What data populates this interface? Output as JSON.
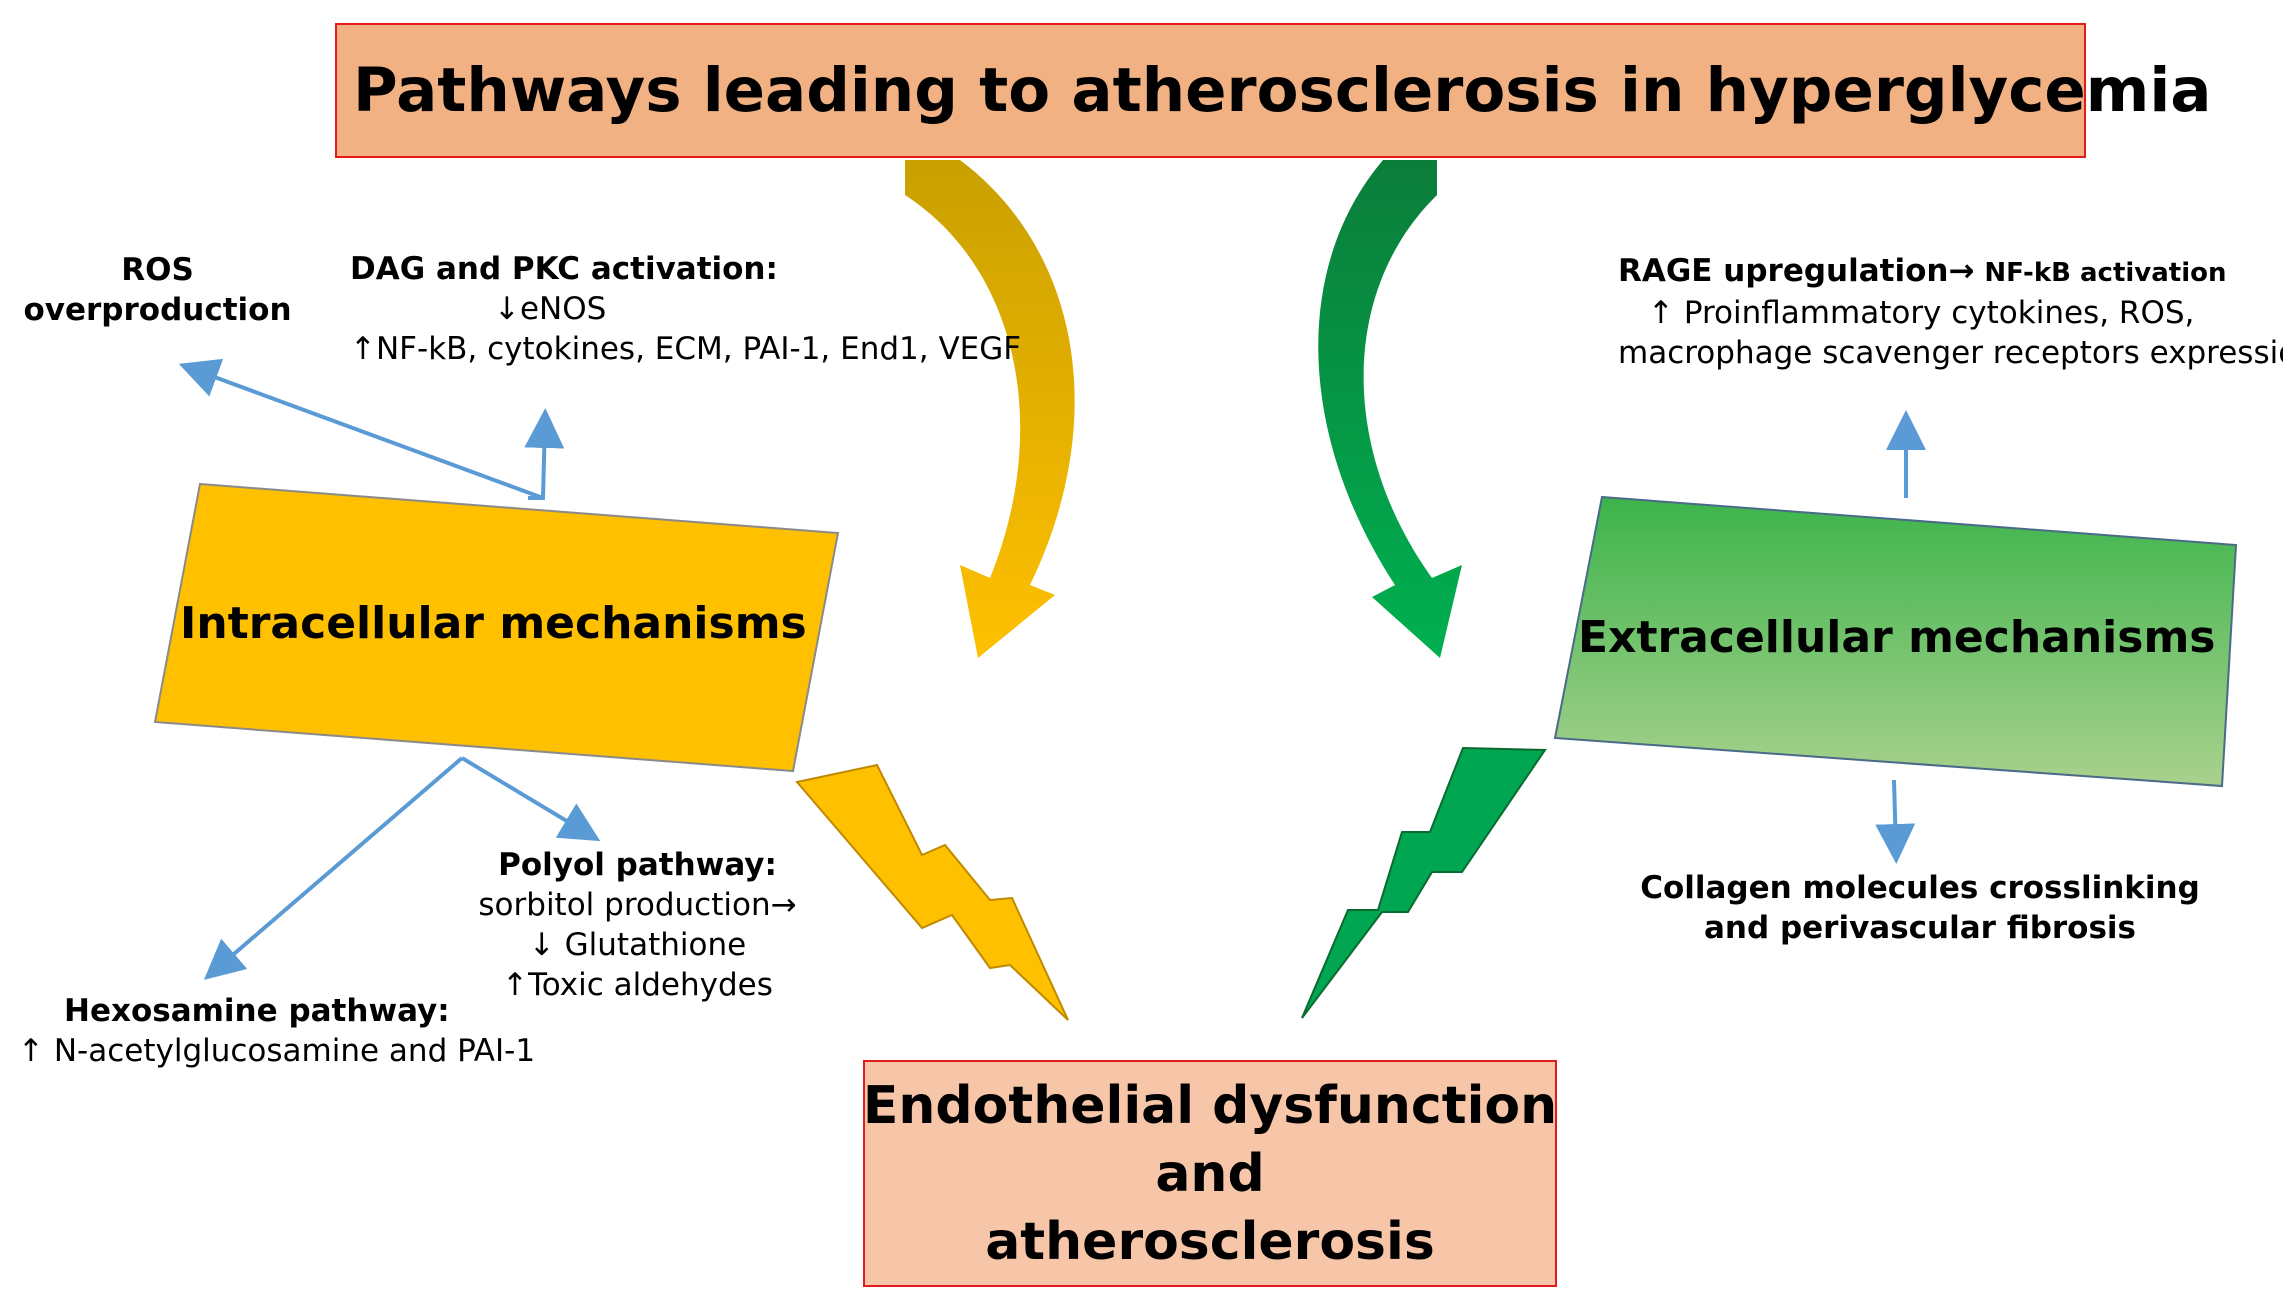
{
  "title": "Pathways leading to atherosclerosis in hyperglycemia",
  "intracellular": {
    "label": "Intracellular mechanisms",
    "color": "#ffc000"
  },
  "extracellular": {
    "label": "Extracellular mechanisms",
    "color_top": "#3cb44b",
    "color_bottom": "#a9d18e"
  },
  "ros": {
    "line1": "ROS",
    "line2": "overproduction"
  },
  "dag": {
    "heading": "DAG and PKC activation:",
    "down_arrow": "↓",
    "line1": "eNOS",
    "up_arrow": "↑",
    "line2": "NF-kB, cytokines, ECM, PAI-1, End1, VEGF"
  },
  "polyol": {
    "heading": "Polyol pathway:",
    "line1": "sorbitol production→",
    "down_arrow": "↓",
    "line2": " Glutathione",
    "up_arrow": "↑",
    "line3": "Toxic aldehydes"
  },
  "hexosamine": {
    "heading": "Hexosamine pathway:",
    "up_arrow": "↑",
    "line1": " N-acetylglucosamine and PAI-1"
  },
  "rage": {
    "heading": "RAGE upregulation",
    "arrow": "→",
    "nfkb": "NF-kB activation",
    "up_arrow": "↑",
    "line1": " Proinflammatory cytokines, ROS,",
    "line2": "macrophage scavenger receptors expression"
  },
  "collagen": {
    "line1": "Collagen molecules crosslinking",
    "line2": "and perivascular fibrosis"
  },
  "endothelial": {
    "line1": "Endothelial dysfunction",
    "line2": "and",
    "line3": "atherosclerosis"
  },
  "colors": {
    "title_bg": "#f2b183",
    "box_border": "#e31b1b",
    "end_bg": "#f7c6a8",
    "connector": "#5b9bd5",
    "curve_gold": "#ffc000",
    "curve_green": "#00a651"
  }
}
